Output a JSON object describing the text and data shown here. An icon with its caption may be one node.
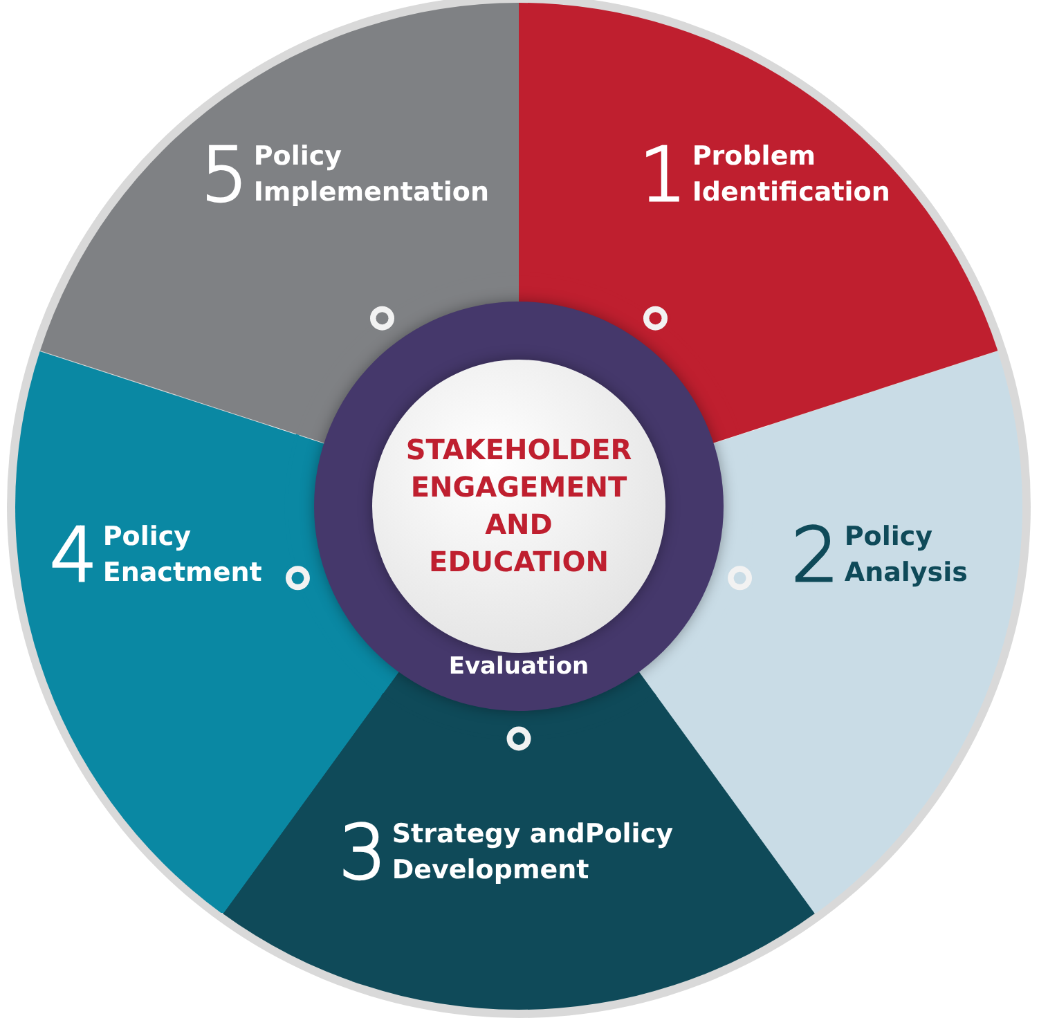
{
  "diagram": {
    "nodes": [
      {
        "text": [
          "1",
          "Problem Identification"
        ]
      },
      {
        "text": [
          "2",
          "Policy Analysis"
        ]
      },
      {
        "text": [
          "3",
          "Strategy andPolicy Development"
        ]
      },
      {
        "text": [
          "4",
          "Policy Enactment"
        ]
      },
      {
        "text": [
          "5",
          "Policy Implementation"
        ]
      },
      {
        "text": [
          "Evaluation"
        ]
      },
      {
        "text": [
          "STAKEHOLDER ENGAGEMENT AND EDUCATION"
        ],
        "in": 5
      }
    ]
  }
}
